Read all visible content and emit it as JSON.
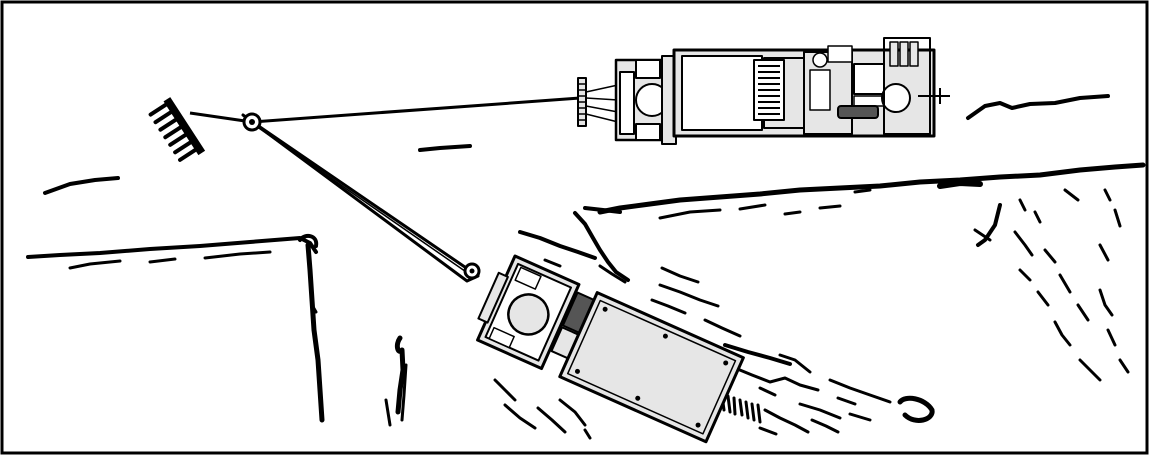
{
  "diagram": {
    "background": "#ffffff",
    "ink_color": "#000000",
    "machine_fill": "#e6e6e6",
    "dark_fill": "#555555",
    "components": [
      "upper-winch-machine",
      "lower-winch-machine",
      "rake-attachment",
      "pulley-block",
      "haul-line",
      "boom-arm",
      "terrain-sketch"
    ]
  }
}
